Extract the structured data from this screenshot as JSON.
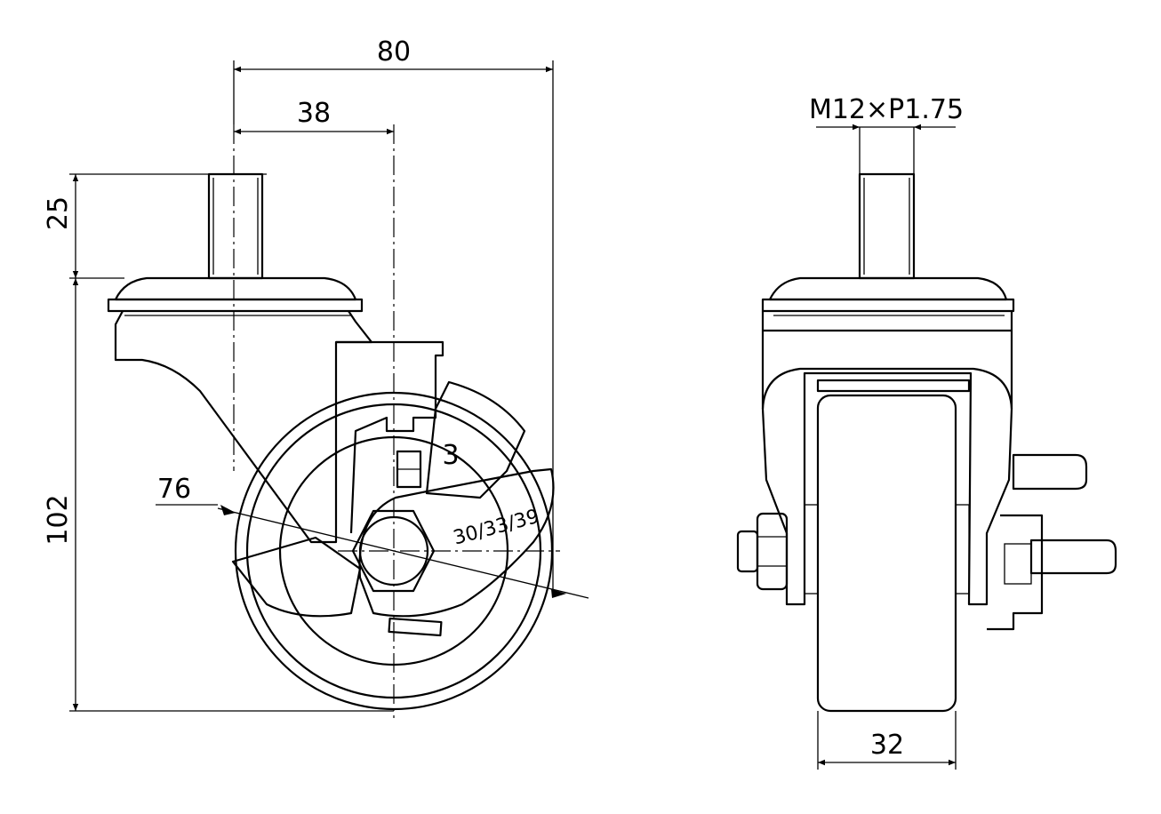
{
  "side_view": {
    "dim_total_offset": "80",
    "dim_stem_offset": "38",
    "dim_stem_length": "25",
    "dim_total_height": "102",
    "dim_wheel_diameter": "76",
    "dim_hub_options": "30/33/39",
    "lock_mark": "3"
  },
  "front_view": {
    "dim_thread": "M12×P1.75",
    "dim_wheel_width": "32"
  }
}
